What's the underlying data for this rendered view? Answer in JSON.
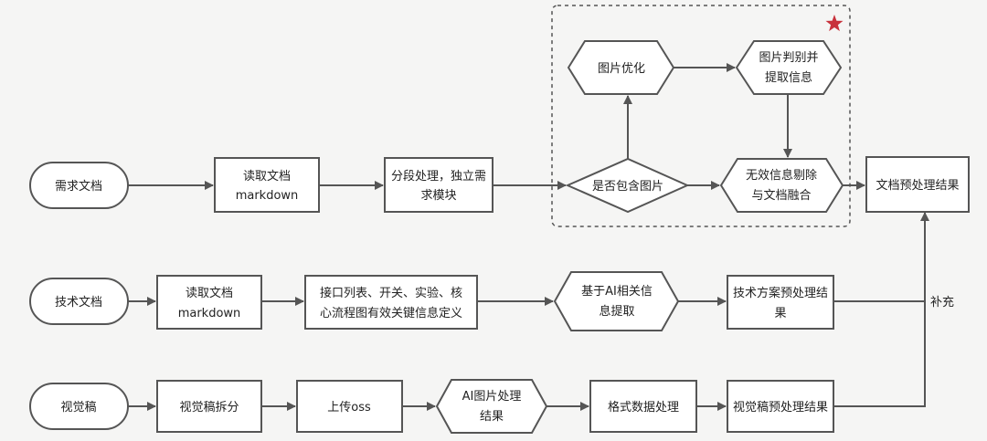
{
  "rows": {
    "requirements": {
      "start": "需求文档",
      "read": [
        "读取文档",
        "markdown"
      ],
      "segment": [
        "分段处理，独立需",
        "求模块"
      ],
      "decision": "是否包含图片",
      "image_opt": "图片优化",
      "image_judge": [
        "图片判别并",
        "提取信息"
      ],
      "merge": [
        "无效信息剔除",
        "与文档融合"
      ],
      "result": "文档预处理结果"
    },
    "technical": {
      "start": "技术文档",
      "read": [
        "读取文档",
        "markdown"
      ],
      "extract": [
        "接口列表、开关、实验、核",
        "心流程图有效关键信息定义"
      ],
      "ai": [
        "基于AI相关信",
        "息提取"
      ],
      "result": [
        "技术方案预处理结",
        "果"
      ]
    },
    "visual": {
      "start": "视觉稿",
      "split": "视觉稿拆分",
      "upload": "上传oss",
      "ai": [
        "AI图片处理",
        "结果"
      ],
      "format": "格式数据处理",
      "result": "视觉稿预处理结果"
    }
  },
  "edge_labels": {
    "supplement": "补充"
  },
  "highlight": {
    "icon": "star-icon",
    "color": "#c8323c"
  }
}
